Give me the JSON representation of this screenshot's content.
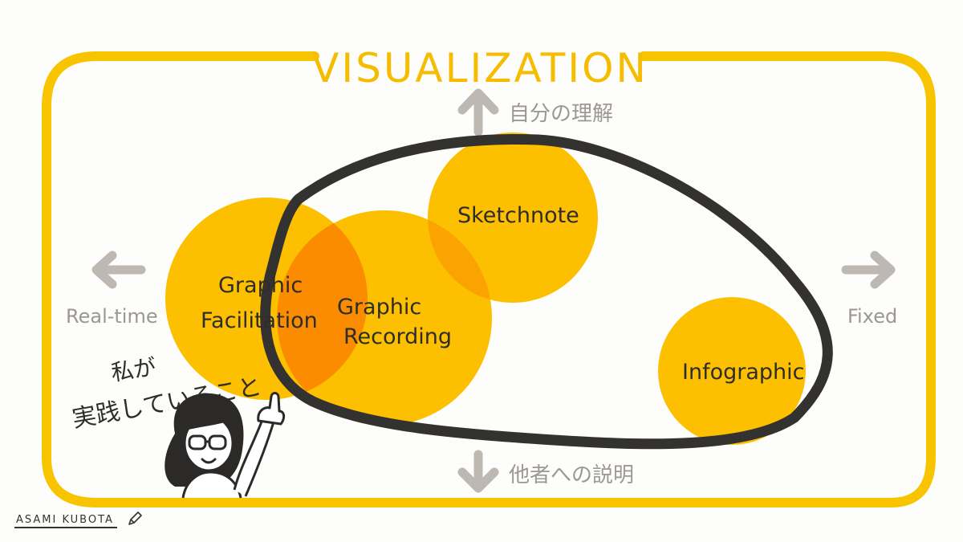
{
  "title": "VISUALIZATION",
  "axes": {
    "up_label": "自分の理解",
    "down_label": "他者への説明",
    "left_label": "Real-time",
    "right_label": "Fixed"
  },
  "circles": [
    {
      "label_line1": "Graphic",
      "label_line2": "Facilitation"
    },
    {
      "label_line1": "Graphic",
      "label_line2": "Recording"
    },
    {
      "label": "Sketchnote"
    },
    {
      "label": "Infographic"
    }
  ],
  "annotation": {
    "line1": "私が",
    "line2": "実践していること"
  },
  "signature": "ASAMI KUBOTA",
  "colors": {
    "frame_yellow": "#f8c400",
    "circle_yellow": "#fcc000",
    "overlap_orange": "#fb8c00",
    "outline_dark": "#333230",
    "arrow_gray": "#bdb8b2",
    "label_gray": "#9c9791",
    "text_dark": "#2e2d2b"
  }
}
